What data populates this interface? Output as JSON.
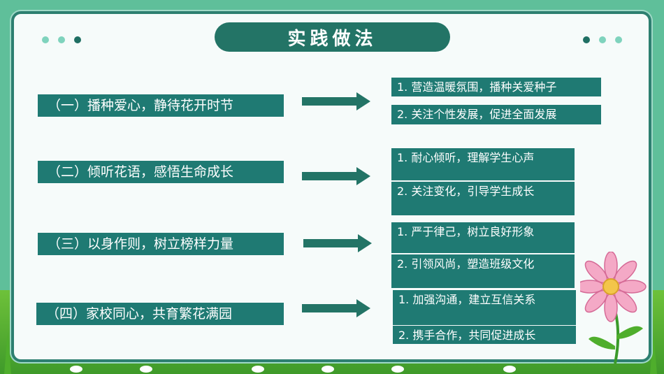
{
  "title": "实践做法",
  "rows": [
    {
      "label": "（一）播种爱心，静待花开时节",
      "items": [
        "1. 营造温暖氛围，播种关爱种子",
        "2. 关注个性发展，促进全面发展"
      ]
    },
    {
      "label": "（二）倾听花语，感悟生命成长",
      "items": [
        "1. 耐心倾听，理解学生心声",
        "2. 关注变化，引导学生成长"
      ]
    },
    {
      "label": "（三）以身作则，树立榜样力量",
      "items": [
        "1. 严于律己，树立良好形象",
        "2. 引领风尚，塑造班级文化"
      ]
    },
    {
      "label": "（四）家校同心，共育繁花满园",
      "items": [
        "1. 加强沟通，建立互信关系",
        "2. 携手合作，共同促进成长"
      ]
    }
  ],
  "colors": {
    "accent": "#1f7a73",
    "title_bg": "#237466",
    "dot_light": "#7fd3bd",
    "dot_dark": "#1f6f63"
  },
  "icons": {
    "arrow": "right-arrow-icon",
    "flower": "pink-flower-icon"
  }
}
